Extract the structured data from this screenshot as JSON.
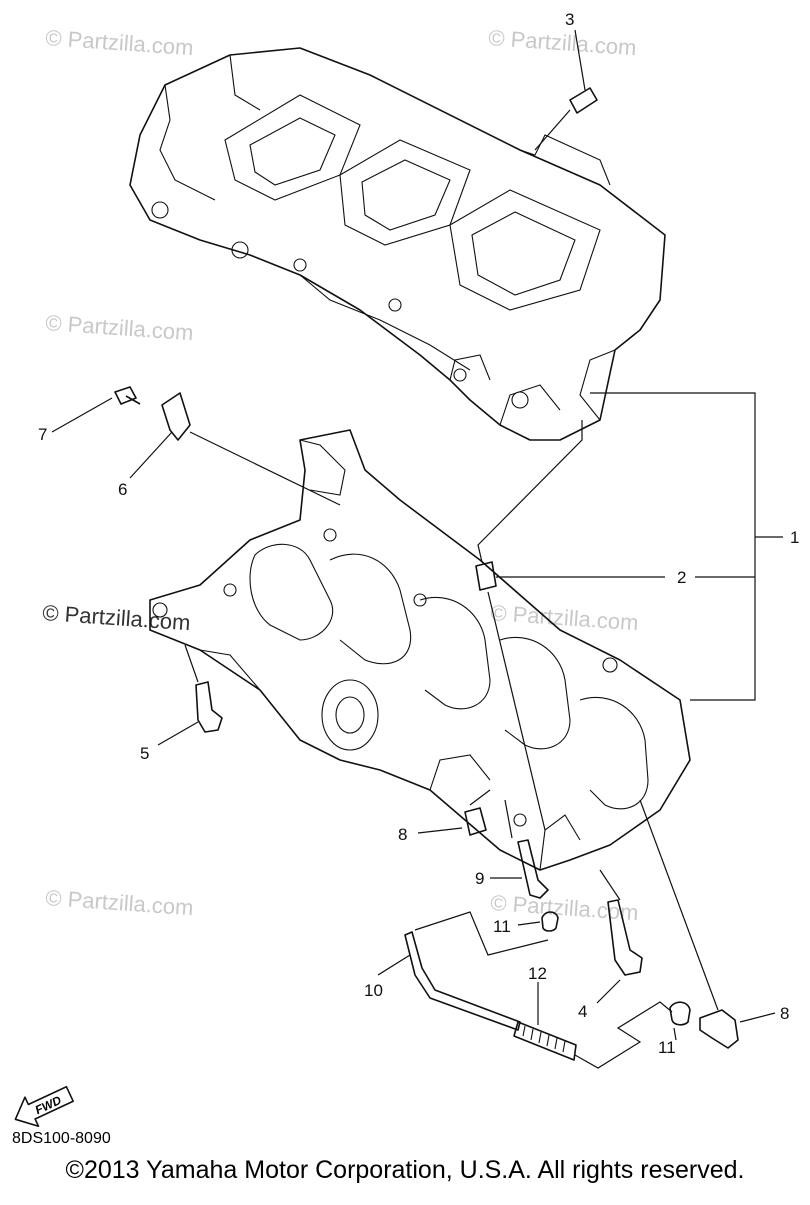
{
  "diagram": {
    "callouts": {
      "c1": "1",
      "c2": "2",
      "c3": "3",
      "c4": "4",
      "c5": "5",
      "c6": "6",
      "c7": "7",
      "c8a": "8",
      "c8b": "8",
      "c9": "9",
      "c10": "10",
      "c11a": "11",
      "c11b": "11",
      "c12": "12"
    },
    "fwd_label": "FWD",
    "watermark": "© Partzilla.com",
    "diagram_code": "8DS100-8090",
    "copyright": "©2013 Yamaha Motor Corporation, U.S.A. All rights reserved."
  }
}
